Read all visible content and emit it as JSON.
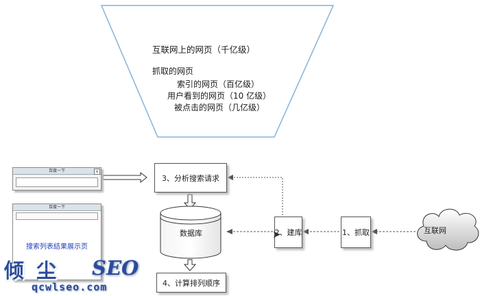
{
  "funnel": {
    "web_pages": "互联网上的网页（千亿级）",
    "crawled": "抓取的网页",
    "indexed": "索引的网页（百亿级）",
    "user_seen": "用户看到的网页（10 亿级）",
    "clicked": "被点击的网页（几亿级）"
  },
  "search_window": {
    "title": "百度一下",
    "close": "x"
  },
  "results_window": {
    "title": "百度一下",
    "label": "搜索列表结果展示页"
  },
  "steps": {
    "analyze": "3、分析搜索请求",
    "database": "数据库",
    "rank": "4、计算排列顺序",
    "build": "2、建库",
    "crawl": "1、抓取",
    "internet": "互联网"
  },
  "watermark": {
    "chars": "倾 尘",
    "seo": "SEO",
    "url": "qcwlseo.com"
  },
  "colors": {
    "funnel_stroke": "#86b3d8",
    "results_label": "#1f3fb3",
    "watermark": "#2b4c9a",
    "cloud_fill": "#d6d6d6"
  }
}
